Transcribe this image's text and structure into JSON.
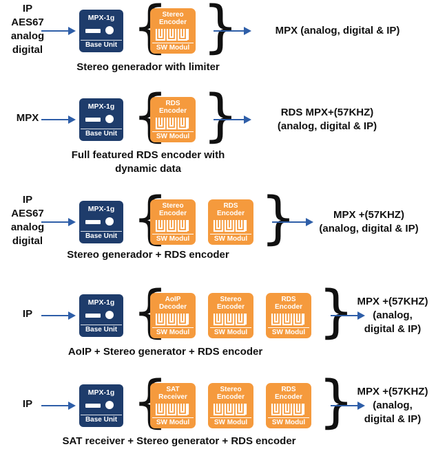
{
  "base_unit": {
    "model": "MPX-1g",
    "label": "Base Unit"
  },
  "module_footer": "SW Modul",
  "colors": {
    "base_unit": "#1e3c6b",
    "module": "#f59a3d",
    "arrow": "#2e5ea8"
  },
  "rows": [
    {
      "inputs": [
        "IP",
        "AES67",
        "analog",
        "digital"
      ],
      "modules": [
        "Stereo\nEncoder"
      ],
      "output": [
        "MPX (analog, digital & IP)"
      ],
      "caption": [
        "Stereo generador with limiter"
      ]
    },
    {
      "inputs": [
        "MPX"
      ],
      "modules": [
        "RDS\nEncoder"
      ],
      "output": [
        "RDS MPX+(57KHZ)",
        "(analog, digital & IP)"
      ],
      "caption": [
        "Full featured RDS encoder with",
        "dynamic data"
      ]
    },
    {
      "inputs": [
        "IP",
        "AES67",
        "analog",
        "digital"
      ],
      "modules": [
        "Stereo\nEncoder",
        "RDS\nEncoder"
      ],
      "output": [
        "MPX +(57KHZ)",
        "(analog, digital & IP)"
      ],
      "caption": [
        "Stereo generador + RDS encoder"
      ]
    },
    {
      "inputs": [
        "IP"
      ],
      "modules": [
        "AoIP\nDecoder",
        "Stereo\nEncoder",
        "RDS\nEncoder"
      ],
      "output": [
        "MPX +(57KHZ)",
        "(analog,",
        "digital & IP)"
      ],
      "caption": [
        "AoIP + Stereo generator + RDS encoder"
      ]
    },
    {
      "inputs": [
        "IP"
      ],
      "modules": [
        "SAT\nReceiver",
        "Stereo\nEncoder",
        "RDS\nEncoder"
      ],
      "output": [
        "MPX +(57KHZ)",
        "(analog,",
        "digital & IP)"
      ],
      "caption": [
        "SAT receiver + Stereo generator + RDS encoder"
      ]
    }
  ]
}
